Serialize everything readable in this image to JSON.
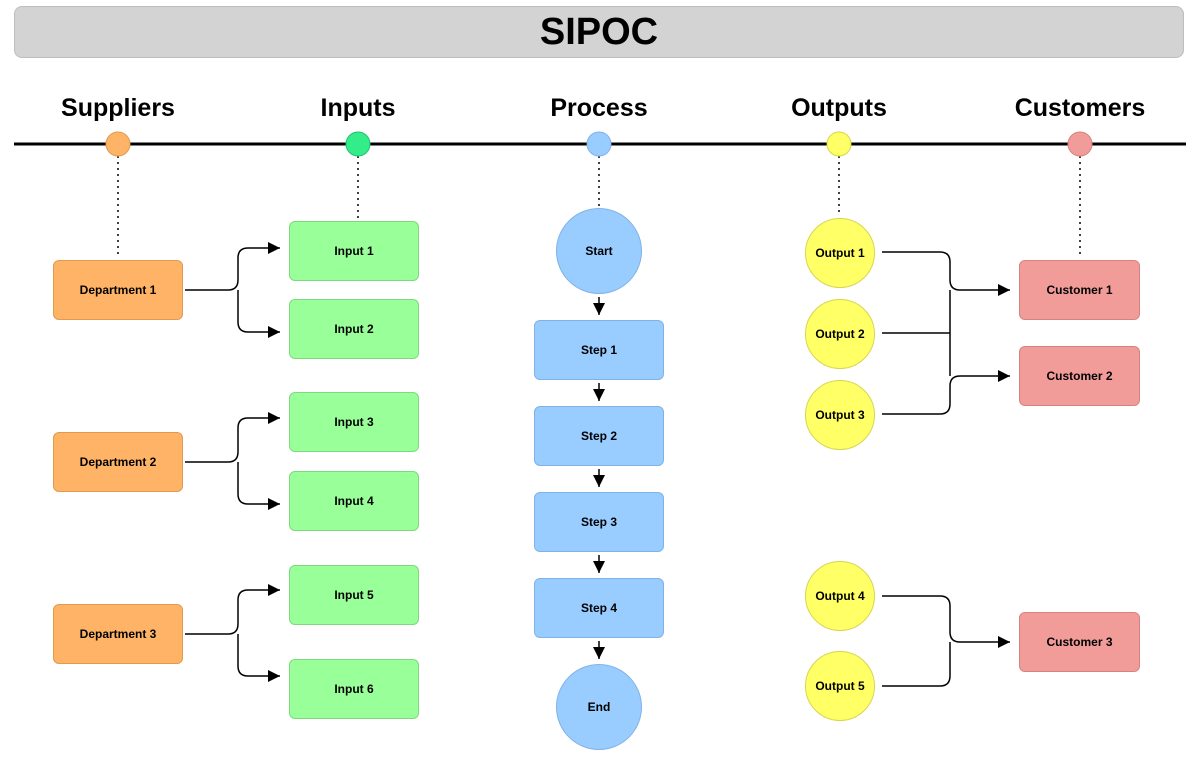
{
  "title": "SIPOC",
  "columns": {
    "suppliers": "Suppliers",
    "inputs": "Inputs",
    "process": "Process",
    "outputs": "Outputs",
    "customers": "Customers"
  },
  "colors": {
    "suppliers": "#ffb366",
    "inputs": "#99ff99",
    "process": "#99ccff",
    "outputs": "#ffff66",
    "customers": "#f19c99"
  },
  "suppliers": [
    "Department 1",
    "Department 2",
    "Department 3"
  ],
  "inputs": [
    "Input 1",
    "Input 2",
    "Input 3",
    "Input 4",
    "Input 5",
    "Input 6"
  ],
  "process": {
    "start": "Start",
    "steps": [
      "Step 1",
      "Step 2",
      "Step 3",
      "Step 4"
    ],
    "end": "End"
  },
  "outputs": [
    "Output 1",
    "Output 2",
    "Output 3",
    "Output 4",
    "Output 5"
  ],
  "customers": [
    "Customer 1",
    "Customer 2",
    "Customer 3"
  ]
}
